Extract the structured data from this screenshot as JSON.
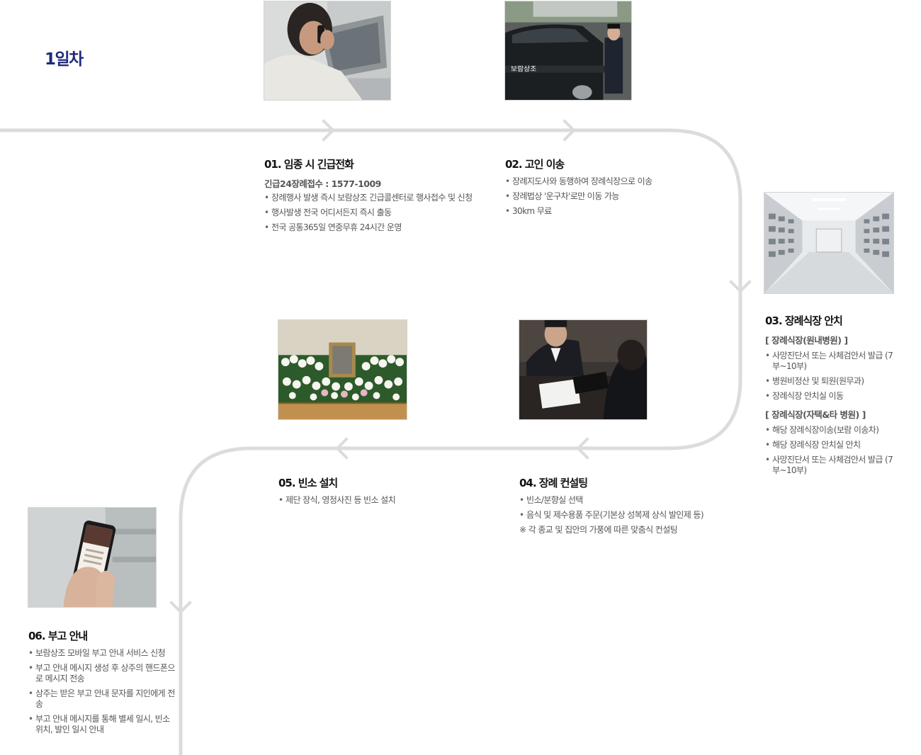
{
  "day_label": "1일차",
  "steps": [
    {
      "title": "01. 임종 시 긴급전화",
      "sub": "긴급24장례접수 : 1577-1009",
      "items": [
        "장례행사 발생 즉시 보람상조 긴급콜센터로 행사접수 및 신청",
        "행사발생 전국 어디서든지 즉시 출동",
        "전국 공통365일 연중무휴 24시간 운영"
      ]
    },
    {
      "title": "02. 고인 이송",
      "items": [
        "장례지도사와 동행하여 장례식장으로 이송",
        "장례법상 '운구차'로만 이동 가능",
        "30km 무료"
      ]
    },
    {
      "title": "03. 장례식장 안치",
      "group1": "[ 장례식장(원내병원) ]",
      "items1": [
        "사망진단서 또는 사체검안서 발급 (7부~10부)",
        "병원비정산 및 퇴원(원무과)",
        "장례식장 안치실 이동"
      ],
      "group2": "[ 장례식장(자택&타 병원) ]",
      "items2": [
        "해당 장례식장이송(보람 이송차)",
        "해당 장례식장 안치실 안치",
        "사망진단서 또는 사체검안서 발급 (7부~10부)"
      ]
    },
    {
      "title": "04. 장례 컨설팅",
      "items": [
        "빈소/분향실 선택",
        "음식 및 제수용품 주문(기본상 성복제 상식 발인제 등)"
      ],
      "note": "※ 각 종교 및 집안의 가풍에 따른 맞춤식 컨설팅"
    },
    {
      "title": "05. 빈소 설치",
      "items": [
        "제단 장식, 영정사진 등 빈소 설치"
      ]
    },
    {
      "title": "06. 부고 안내",
      "items": [
        "보람상조 모바일 부고 안내 서비스 신청",
        "부고 안내 메시지 생성 후 상주의 핸드폰으로 메시지 전송",
        "상주는 받은 부고 안내 문자를 지인에게 전송",
        "부고 안내 메시지를 통해 별세 일시, 빈소 위치, 발인 일시 안내"
      ]
    }
  ],
  "vehicle_text": "보람상조",
  "colors": {
    "accent": "#1f2b7a",
    "track": "#dcdcdc"
  },
  "icons": [
    "chevron-right-icon",
    "chevron-down-icon",
    "chevron-left-icon"
  ]
}
